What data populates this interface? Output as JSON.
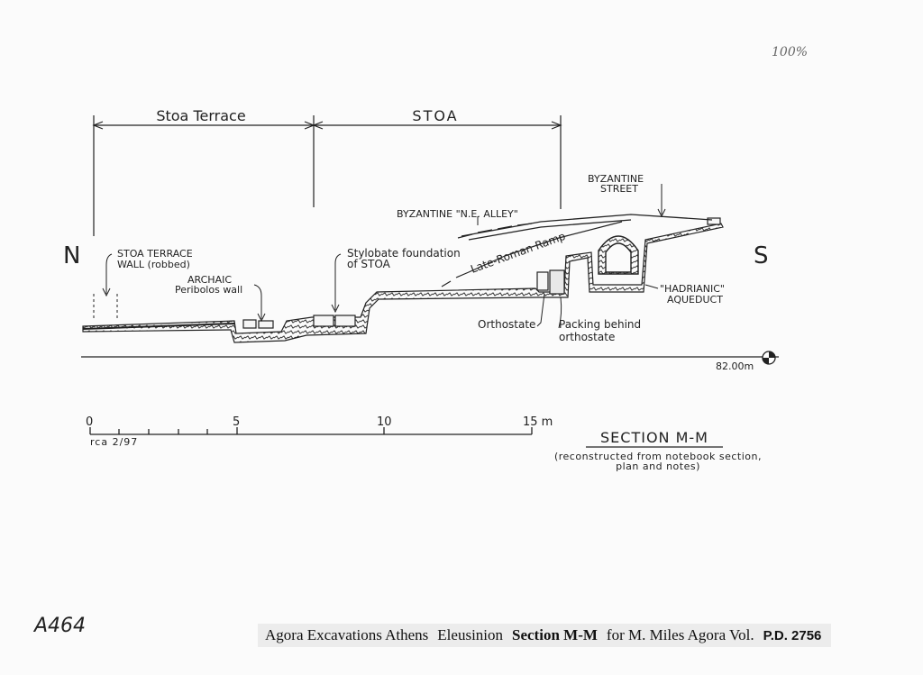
{
  "corner_note": "100%",
  "drawing": {
    "orientation": {
      "north": "N",
      "south": "S"
    },
    "top_spans": {
      "terrace": "Stoa Terrace",
      "stoa": "STOA"
    },
    "labels": {
      "byz_street_1": "BYZANTINE",
      "byz_street_2": "STREET",
      "byz_alley": "BYZANTINE \"N.E. ALLEY\"",
      "terrace_wall_1": "STOA TERRACE",
      "terrace_wall_2": "WALL (robbed)",
      "peribolos_1": "ARCHAIC",
      "peribolos_2": "Peribolos wall",
      "stylobate_1": "Stylobate foundation",
      "stylobate_2": "of STOA",
      "ramp": "Late-Roman Ramp",
      "aqueduct_1": "\"HADRIANIC\"",
      "aqueduct_2": "AQUEDUCT",
      "orthostate": "Orthostate",
      "packing_1": "Packing behind",
      "packing_2": "orthostate",
      "datum": "82.00m"
    },
    "scale": {
      "ticks": [
        "0",
        "5",
        "10",
        "15 m"
      ],
      "credit": "rca 2/97"
    },
    "section_title": "SECTION M-M",
    "section_note_1": "(reconstructed from notebook section,",
    "section_note_2": "plan and notes)"
  },
  "catalog_number": "A464",
  "footer": {
    "project": "Agora Excavations Athens",
    "site": "Eleusinion",
    "section": "Section M-M",
    "purpose": "for M. Miles Agora Vol.",
    "pd": "P.D. 2756"
  }
}
